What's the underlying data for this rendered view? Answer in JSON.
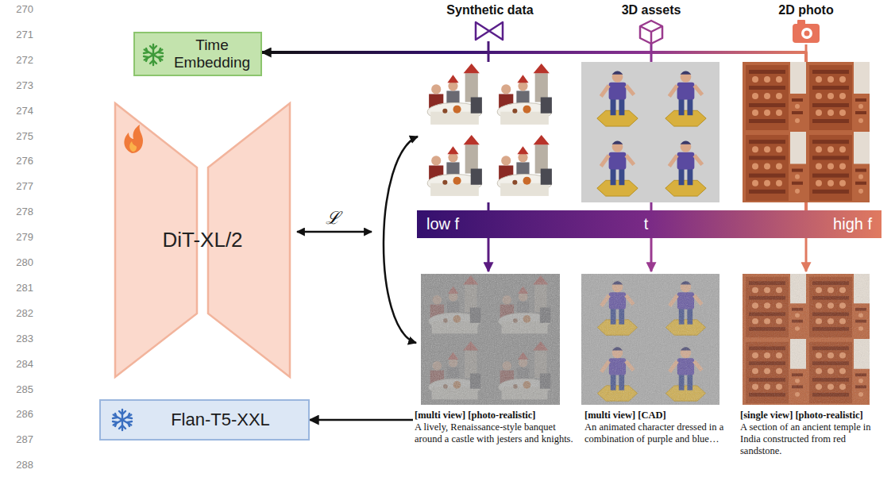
{
  "diagram": {
    "nodes": [
      {
        "text": [
          "Time Embedding"
        ]
      },
      {
        "text": [
          "DiT-XL/2"
        ]
      },
      {
        "text": [
          "Flan-T5-XXL"
        ]
      },
      {
        "text": [
          "low f",
          "t",
          "high f"
        ]
      },
      {
        "text": [
          "[multi view] [photo-realistic]",
          "A lively, Renaissance-style banquet around a castle with jesters and knights."
        ]
      },
      {
        "text": [
          "[multi view] [CAD]",
          "An animated character dressed in a combination of purple and blue…"
        ]
      },
      {
        "text": [
          "[single view] [photo-realistic]",
          "A section of an ancient temple in India constructed from red sandstone."
        ]
      }
    ],
    "edges": [
      {
        "from": 3,
        "to": 0,
        "arrow": "to"
      },
      {
        "from": 4,
        "to": 2,
        "arrow": "to"
      }
    ],
    "labels": [
      "270",
      "271",
      "272",
      "273",
      "274",
      "275",
      "276",
      "277",
      "278",
      "279",
      "280",
      "281",
      "282",
      "283",
      "284",
      "285",
      "286",
      "287",
      "288",
      "Synthetic data",
      "3D assets",
      "2D photo",
      "ℒ"
    ]
  }
}
